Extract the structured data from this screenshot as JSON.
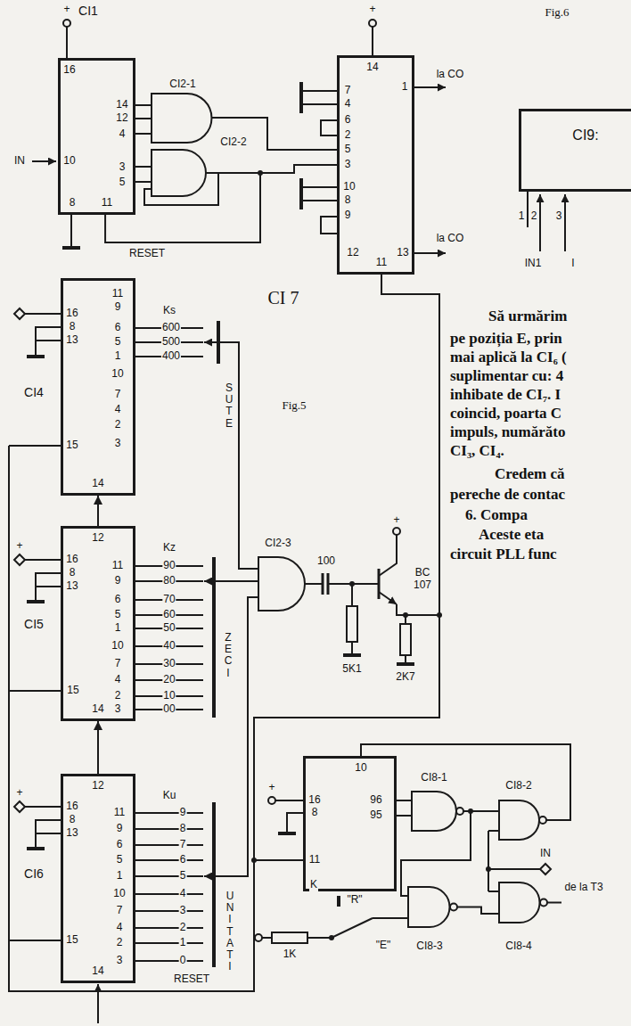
{
  "diagram": {
    "nodes": [
      {
        "text": [
          "16",
          "14",
          "12",
          "4",
          "10",
          "3",
          "5",
          "8",
          "11"
        ]
      },
      {
        "text": [
          "14",
          "7",
          "4",
          "6",
          "2",
          "5",
          "3",
          "10",
          "8",
          "9",
          "1",
          "12",
          "13",
          "11"
        ]
      },
      {
        "text": [
          "CI9:"
        ]
      },
      {
        "text": [
          "11",
          "9",
          "16",
          "6",
          "8",
          "5",
          "13",
          "1",
          "10",
          "7",
          "4",
          "2",
          "15",
          "3",
          "14"
        ]
      },
      {
        "text": [
          "12",
          "16",
          "11",
          "8",
          "9",
          "13",
          "6",
          "5",
          "1",
          "10",
          "7",
          "4",
          "15",
          "2",
          "14",
          "3"
        ]
      },
      {
        "text": [
          "12",
          "16",
          "11",
          "8",
          "9",
          "13",
          "6",
          "5",
          "1",
          "10",
          "7",
          "4",
          "15",
          "2",
          "3",
          "14"
        ]
      },
      {
        "text": [
          "10",
          "16",
          "96",
          "8",
          "95",
          "11"
        ]
      }
    ],
    "edges": [
      {
        "from": 0,
        "to": 1,
        "arrow": "none"
      },
      {
        "from": 1,
        "to": 6,
        "arrow": "none"
      },
      {
        "from": 4,
        "to": 3,
        "arrow": "to"
      },
      {
        "from": 5,
        "to": 4,
        "arrow": "to"
      }
    ],
    "labels": [
      "+",
      "CI1",
      "IN",
      "CI2-1",
      "CI2-2",
      "RESET",
      "+",
      "la CO",
      "la CO",
      "CI 7",
      "Fig.6",
      "1",
      "2",
      "3",
      "IN1",
      "I",
      "Să urmărim",
      "pe poziția E, prin",
      "mai aplică la CI₆ (",
      "suplimentar cu: 4",
      "inhibate de CI₇. I",
      "coincid, poarta C",
      "impuls, numărăto",
      "CI₃, CI₄.",
      "Credem că",
      "pereche de contac",
      "6. Compa",
      "Aceste eta",
      "circuit PLL func",
      "CI4",
      "Ks",
      "600",
      "500",
      "400",
      "SUTE",
      "Fig.5",
      "+",
      "CI5",
      "Kz",
      "90",
      "80",
      "70",
      "60",
      "50",
      "40",
      "30",
      "20",
      "10",
      "00",
      "ZECI",
      "CI2-3",
      "100",
      "+",
      "BC 107",
      "5K1",
      "2K7",
      "+",
      "CI6",
      "Ku",
      "9",
      "8",
      "7",
      "6",
      "5",
      "4",
      "3",
      "2",
      "1",
      "0",
      "UNITATI",
      "RESET",
      "CI8-1",
      "CI8-2",
      "+",
      "IN",
      "de la T3",
      "K",
      "\"R\"",
      "\"E\"",
      "1K",
      "CI8-3",
      "CI8-4"
    ]
  }
}
